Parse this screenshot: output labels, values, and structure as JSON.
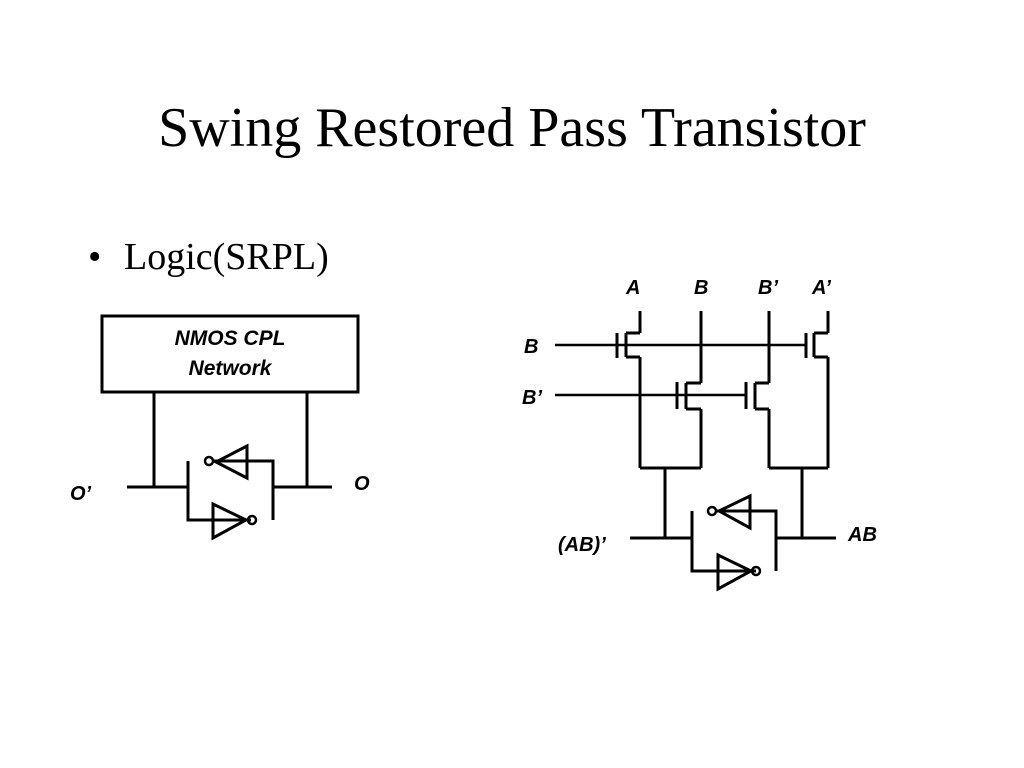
{
  "slide": {
    "title": "Swing Restored Pass Transistor",
    "bullet_symbol": "•",
    "bullet_text": "Logic(SRPL)"
  },
  "left_circuit": {
    "block_line1": "NMOS CPL",
    "block_line2": "Network",
    "output_left": "O’",
    "output_right": "O"
  },
  "right_circuit": {
    "top_inputs": [
      "A",
      "B",
      "B’",
      "A’"
    ],
    "gate_inputs": [
      "B",
      "B’"
    ],
    "output_left": "(AB)’",
    "output_right": "AB"
  }
}
